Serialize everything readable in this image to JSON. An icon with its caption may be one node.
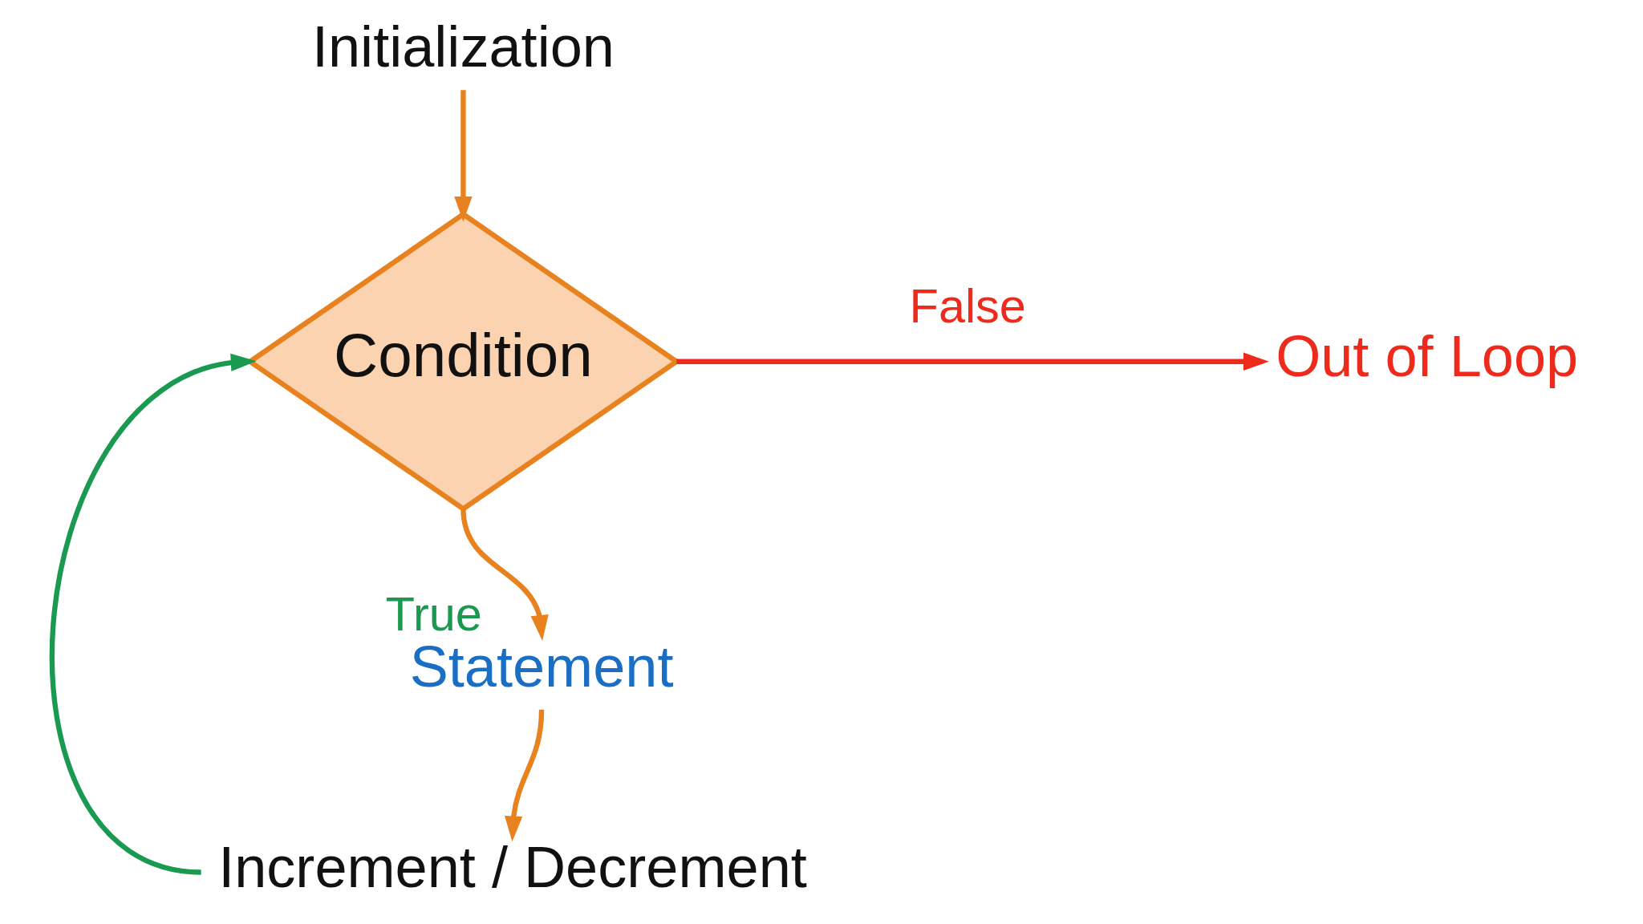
{
  "diagram": {
    "nodes": [
      {
        "text": [
          "Initialization"
        ]
      },
      {
        "text": [
          "Condition"
        ]
      },
      {
        "text": [
          "Out of Loop"
        ]
      },
      {
        "text": [
          "Statement"
        ]
      },
      {
        "text": [
          "Increment / Decrement"
        ]
      }
    ],
    "edges": [
      {
        "from": 0,
        "to": 1,
        "arrow": "to"
      },
      {
        "from": 1,
        "to": 2,
        "arrow": "to",
        "label": "False",
        "color": "#ee2a1c"
      },
      {
        "from": 1,
        "to": 3,
        "arrow": "to",
        "label": "True"
      },
      {
        "from": 3,
        "to": 4,
        "arrow": "to"
      },
      {
        "from": 4,
        "to": 1,
        "arrow": "to",
        "color": "#1a9a50"
      }
    ]
  }
}
